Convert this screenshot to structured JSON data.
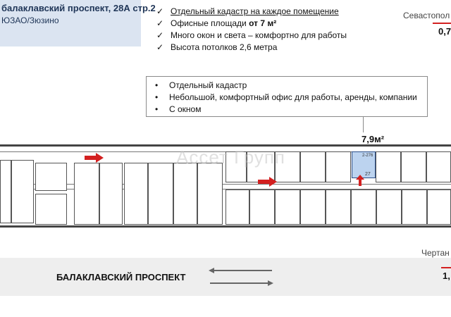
{
  "header": {
    "address": "балаклавский проспект, 28А стр.2",
    "district": "ЮЗАО/Зюзино"
  },
  "features": [
    {
      "text": "Отдельный кадастр на каждое помещение",
      "underline": true
    },
    {
      "text": "Офисные площади ",
      "bold": "от 7 м²"
    },
    {
      "text": "Много окон и света – комфортно для работы"
    },
    {
      "text": "Высота потолков 2,6 метра"
    }
  ],
  "callout": {
    "items": [
      "Отдельный кадастр",
      "Небольшой, комфортный офис для работы, аренды, компании",
      "С окном"
    ]
  },
  "office": {
    "area": "7,9м²",
    "code": "2-276",
    "number": "27"
  },
  "watermark": "Ассет Групп",
  "metro_top": {
    "name": "Севастопол",
    "distance": "0,7"
  },
  "metro_bottom": {
    "name": "Чертан",
    "distance": "1,"
  },
  "street": {
    "name": "БАЛАКЛАВСКИЙ ПРОСПЕКТ"
  },
  "colors": {
    "accent": "#d32020",
    "header_bg": "#dbe4f1",
    "office_fill": "#bcd3ef"
  },
  "icons": {
    "check": "✓",
    "bullet": "•"
  }
}
